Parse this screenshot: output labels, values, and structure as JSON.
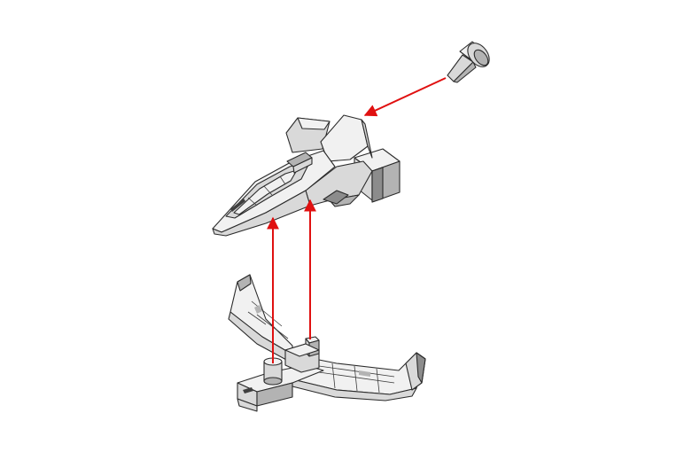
{
  "diagram": {
    "type": "exploded-assembly",
    "parts": [
      {
        "id": "nose-cone",
        "shape": "small conical cap"
      },
      {
        "id": "cockpit-body",
        "shape": "fuselage with canopy and rear block"
      },
      {
        "id": "wing-base",
        "shape": "delta wing stand with two pegs"
      }
    ],
    "arrows": [
      {
        "from": "nose-cone",
        "to": "cockpit-body"
      },
      {
        "from": "wing-base",
        "to": "cockpit-body"
      },
      {
        "from": "wing-base",
        "to": "cockpit-body"
      }
    ],
    "colors": {
      "arrow": "#e01010",
      "part_light": "#f1f1f1",
      "part_mid": "#d9d9d9",
      "part_dark": "#b3b3b3",
      "outline": "#2b2b2b",
      "background": "#ffffff"
    }
  }
}
